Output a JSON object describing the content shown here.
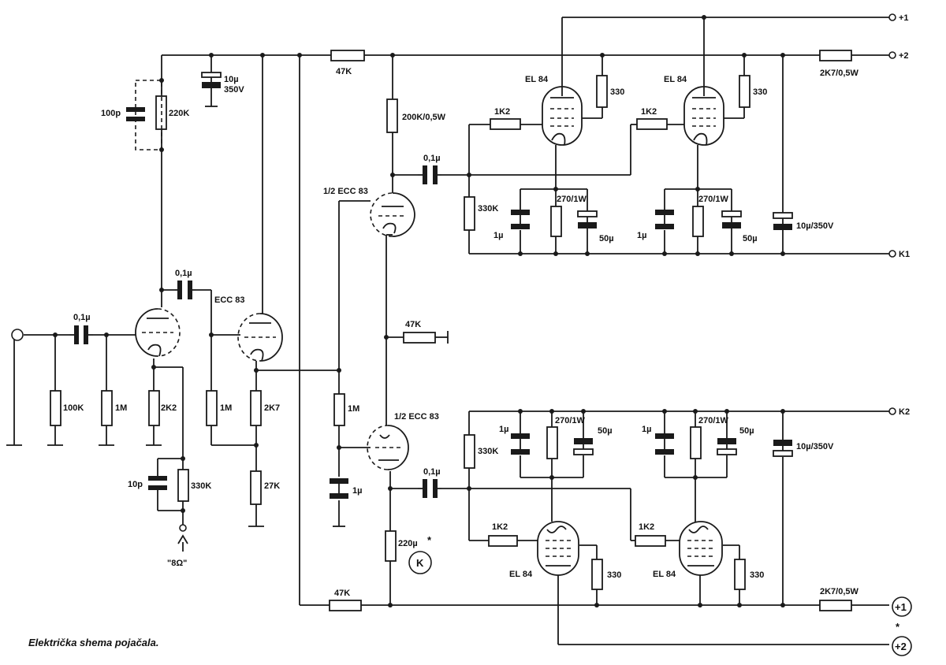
{
  "caption": "Električka shema pojačala.",
  "tubes": {
    "el84": "EL 84",
    "ecc83": "ECC 83",
    "half_ecc83": "1/2 ECC 83"
  },
  "terminals": {
    "plus1_top": "+1",
    "plus2_top": "+2",
    "k1": "K1",
    "k2": "K2",
    "plus1_bottom": "+1",
    "plus2_bottom": "+2",
    "output_tap": "\"8Ω\"",
    "ground_k": "K"
  },
  "values": {
    "r_47k": "47K",
    "r_200k": "200K/0,5W",
    "r_1k2": "1K2",
    "r_330": "330",
    "r_330k": "330K",
    "r_270": "270/1W",
    "r_2k7w": "2K7/0,5W",
    "r_220k": "220K",
    "r_100k": "100K",
    "r_1m": "1M",
    "r_2k2": "2K2",
    "r_2k7": "2K7",
    "r_27k": "27K",
    "c_01": "0,1µ",
    "c_1": "1µ",
    "c_50": "50µ",
    "c_10_350": "10µ/350V",
    "c_10": "10µ",
    "v_350": "350V",
    "c_100p": "100p",
    "c_10p": "10p",
    "c_220": "220µ"
  },
  "marks": {
    "asterisk": "*"
  }
}
